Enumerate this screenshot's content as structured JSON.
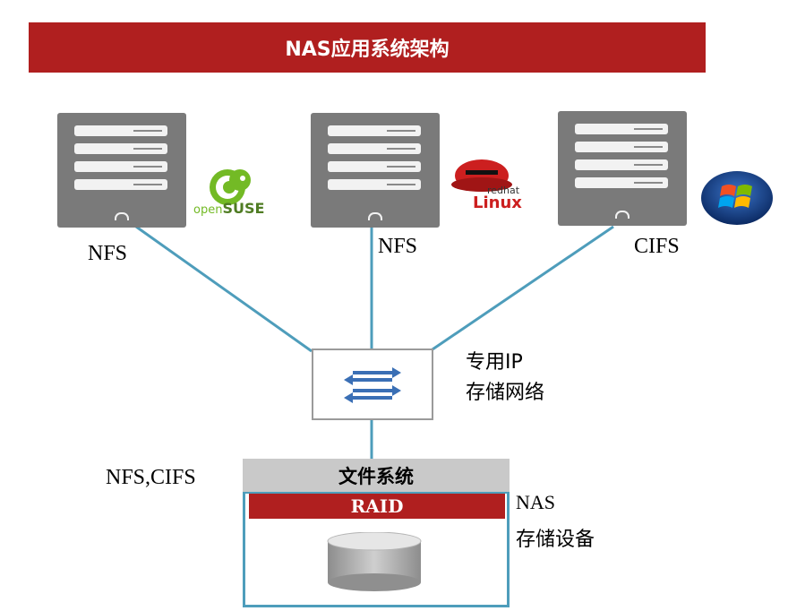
{
  "title": "NAS应用系统架构",
  "servers": [
    {
      "protocol": "NFS",
      "os_logo": "opensuse-logo",
      "logo_text_left": "open",
      "logo_text_right": "SUSE"
    },
    {
      "protocol": "NFS",
      "os_logo": "redhat-linux-logo",
      "logo_text_top": "redhat",
      "logo_text_bottom": "Linux"
    },
    {
      "protocol": "CIFS",
      "os_logo": "windows-logo"
    }
  ],
  "network": {
    "line1": "专用IP",
    "line2": "存储网络"
  },
  "storage": {
    "protocols": "NFS,CIFS",
    "filesystem": "文件系统",
    "raid": "RAID",
    "device_line1": "NAS",
    "device_line2": "存储设备"
  },
  "colors": {
    "accent_red": "#b01f1f",
    "link_blue": "#4e9dbb",
    "server_gray": "#7a7a7a"
  }
}
